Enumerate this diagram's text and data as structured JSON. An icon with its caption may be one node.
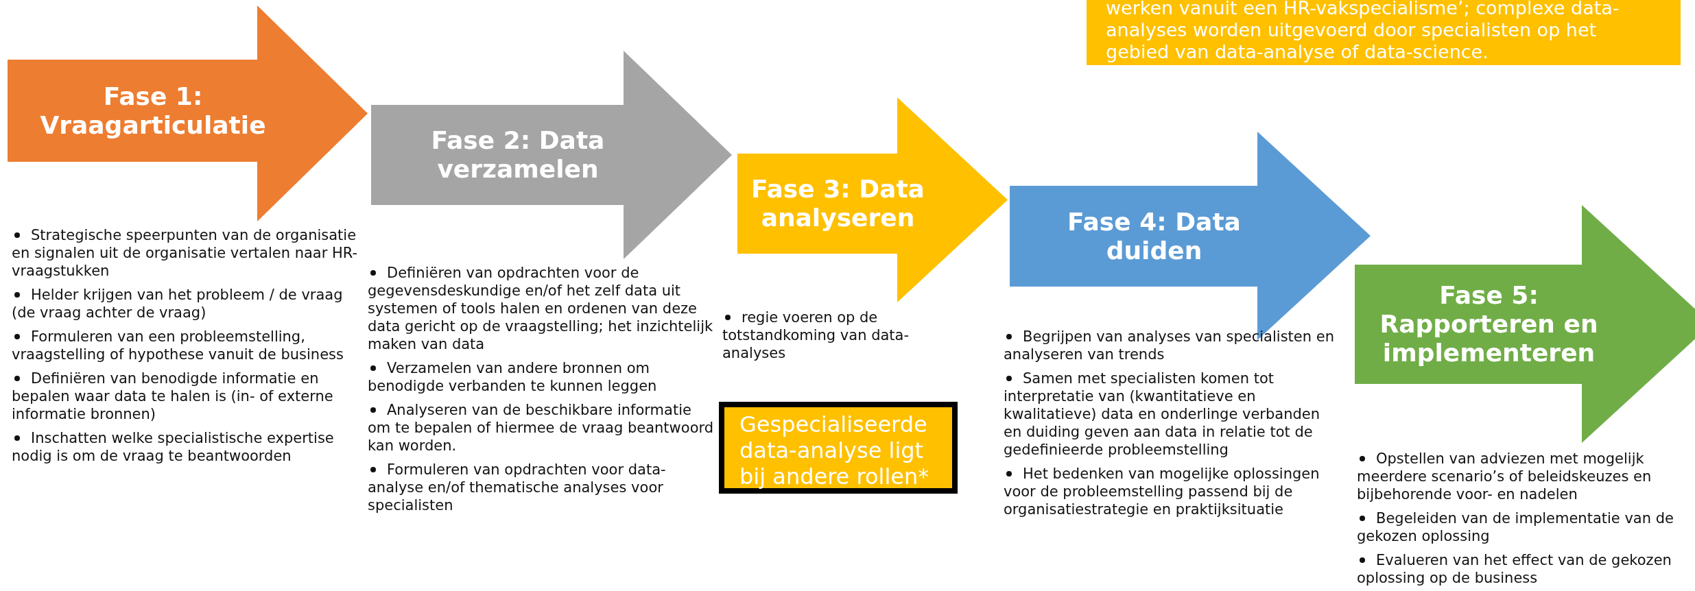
{
  "diagram": {
    "nodes": [
      {
        "text": [
          "werken vanuit een HR-vakspecialisme’; complexe data-analyses worden uitgevoerd door specialisten op het gebied van data-analyse of data-science."
        ]
      },
      {
        "text": [
          "Fase 1: Vraagarticulatie"
        ],
        "beside": [
          "Strategische speerpunten van de organisatie en signalen uit de organisatie vertalen naar HR-vraagstukken",
          "Helder krijgen van het probleem / de vraag (de vraag achter de vraag)",
          "Formuleren van een probleemstelling, vraagstelling of hypothese vanuit de business",
          "Definiëren van benodigde informatie en bepalen waar data te halen is (in- of externe informatie bronnen)",
          "Inschatten welke specialistische expertise nodig is om de vraag te beantwoorden"
        ]
      },
      {
        "text": [
          "Fase 2: Data verzamelen"
        ],
        "beside": [
          "Definiëren van opdrachten voor de gegevensdeskundige en/of het zelf data uit systemen of tools halen en ordenen van deze data gericht op de vraagstelling; het inzichtelijk maken van data",
          "Verzamelen van andere bronnen om benodigde verbanden te kunnen leggen",
          "Analyseren van de beschikbare informatie om te bepalen of hiermee de vraag beantwoord kan worden.",
          "Formuleren van opdrachten voor data-analyse en/of thematische analyses voor specialisten"
        ]
      },
      {
        "text": [
          "Fase 3: Data analyseren"
        ],
        "beside": [
          "regie voeren op de totstandkoming van data-analyses"
        ]
      },
      {
        "text": [
          "Gespecialiseerde data-analyse ligt bij andere rollen*"
        ]
      },
      {
        "text": [
          "Fase 4: Data duiden"
        ],
        "beside": [
          "Begrijpen van analyses van specialisten en analyseren van trends",
          "Samen met specialisten komen tot interpretatie van (kwantitatieve en kwalitatieve) data en onderlinge verbanden en duiding geven aan data in relatie tot de gedefinieerde probleemstelling",
          "Het bedenken van mogelijke oplossingen voor de probleemstelling passend bij de organisatiestrategie en praktijksituatie"
        ]
      },
      {
        "text": [
          "Fase 5: Rapporteren en implementeren"
        ],
        "beside": [
          "Opstellen van adviezen met mogelijk meerdere scenario’s of beleidskeuzes en bijbehorende voor- en nadelen",
          "Begeleiden van de implementatie van de gekozen oplossing",
          "Evalueren van het effect van de gekozen oplossing op de business"
        ]
      }
    ],
    "edges": []
  }
}
